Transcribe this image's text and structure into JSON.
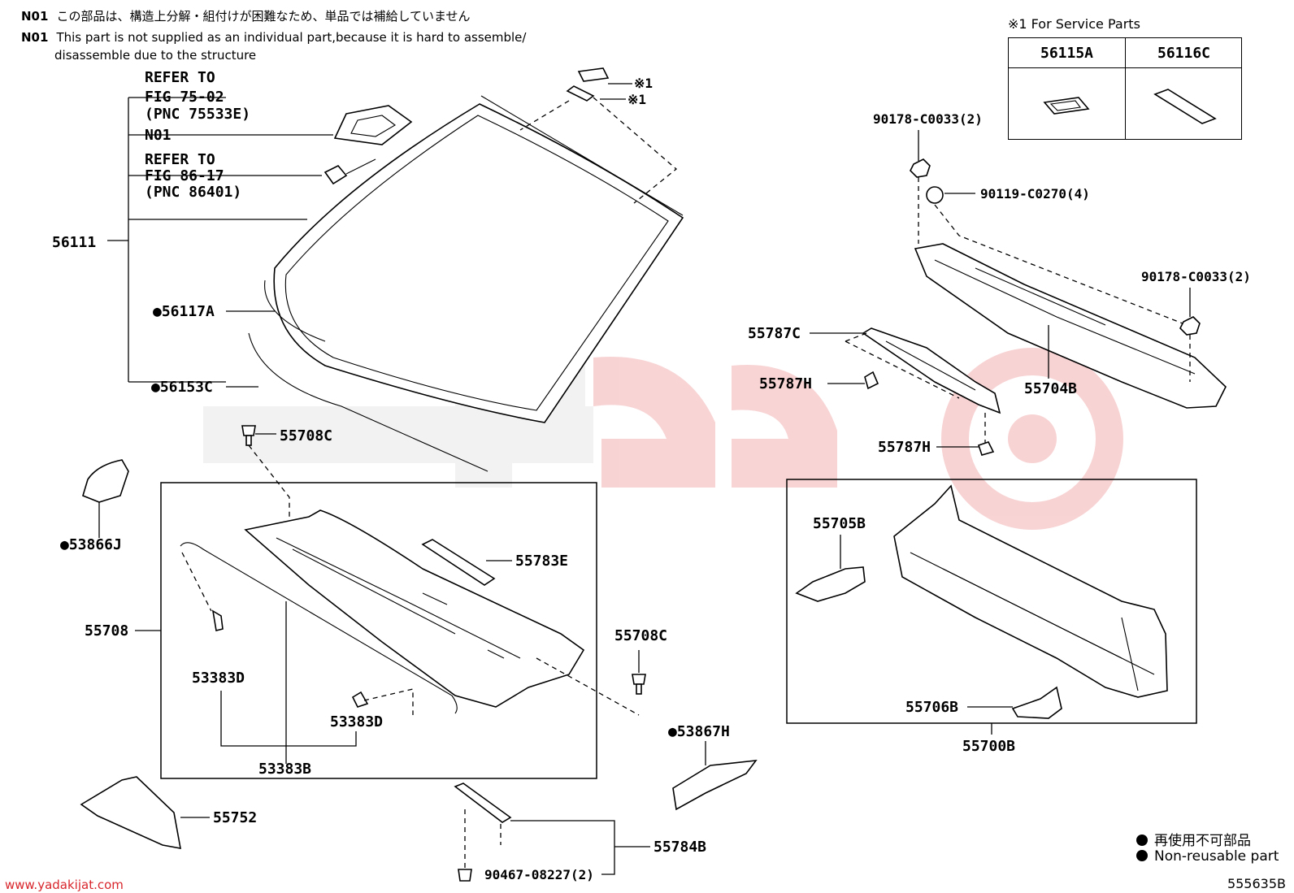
{
  "notes": {
    "n01_jp_code": "N01",
    "n01_jp": "この部品は、構造上分解・組付けが困難なため、単品では補給していません",
    "n01_en_code": "N01",
    "n01_en_line1": "This part is not supplied as an individual part,because it is hard to assemble/",
    "n01_en_line2": "disassemble due to the structure"
  },
  "service_parts": {
    "title": "※1 For Service Parts",
    "items": [
      {
        "part": "56115A"
      },
      {
        "part": "56116C"
      }
    ]
  },
  "legend": {
    "jp": "再使用不可部品",
    "en": "Non-reusable part"
  },
  "footer": {
    "url": "www.yadakijat.com",
    "diagram_id": "555635B"
  },
  "callouts": {
    "refer1_a": "REFER TO",
    "refer1_b": "FIG 75-02",
    "refer1_c": "(PNC 75533E)",
    "n01": "N01",
    "refer2_a": "REFER TO",
    "refer2_b": "FIG 86-17",
    "refer2_c": "(PNC 86401)",
    "p56111": "56111",
    "p56117A": "●56117A",
    "p56153C": "●56153C",
    "mark1_a": "※1",
    "mark1_b": "※1",
    "p55708C_top": "55708C",
    "p53866J": "●53866J",
    "p55783E": "55783E",
    "p55708": "55708",
    "p55708C_right": "55708C",
    "p53383D_a": "53383D",
    "p53383D_b": "53383D",
    "p53383B": "53383B",
    "p53867H": "●53867H",
    "p55752": "55752",
    "p55784B": "55784B",
    "p90467": "90467-08227(2)",
    "p90178_a": "90178-C0033(2)",
    "p90119": "90119-C0270(4)",
    "p90178_b": "90178-C0033(2)",
    "p55787C": "55787C",
    "p55787H_a": "55787H",
    "p55704B": "55704B",
    "p55787H_b": "55787H",
    "p55705B": "55705B",
    "p55706B": "55706B",
    "p55700B": "55700B"
  }
}
